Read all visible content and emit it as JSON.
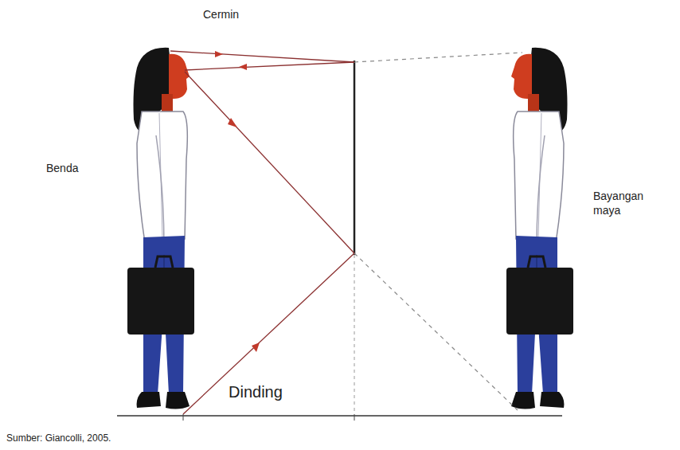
{
  "diagram": {
    "caption": "Sumber: Giancolli, 2005.",
    "labels": [
      "Cermin",
      "Benda",
      "Bayangan maya",
      "Dinding"
    ]
  }
}
